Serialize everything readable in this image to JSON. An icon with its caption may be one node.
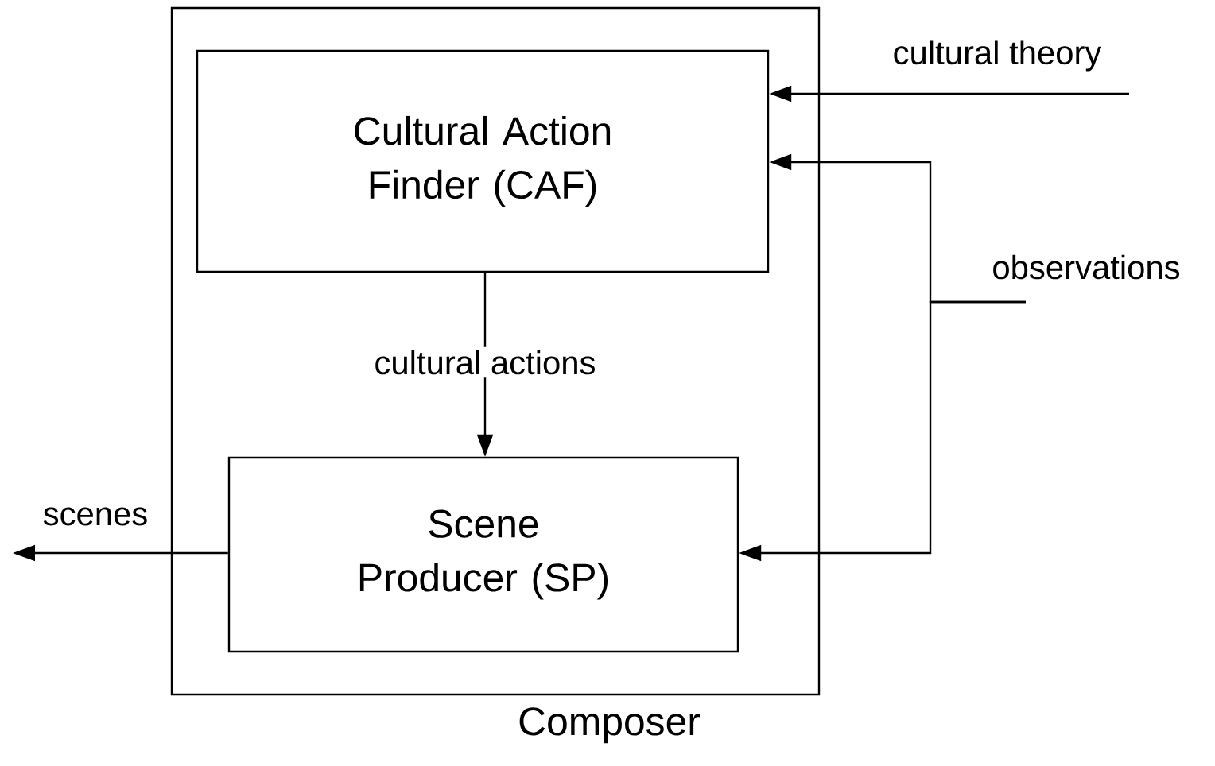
{
  "diagram": {
    "nodes": [
      {
        "text": [
          "Composer"
        ]
      },
      {
        "text": [
          "Cultural Action Finder (CAF)"
        ],
        "in": 0
      },
      {
        "text": [
          "Scene Producer (SP)"
        ],
        "in": 0
      }
    ],
    "edges": [
      {
        "from": 1,
        "to": 2,
        "arrow": "to",
        "label": "cultural actions"
      },
      {
        "from": null,
        "to": 1,
        "arrow": "to",
        "label": "cultural theory"
      },
      {
        "from": null,
        "to": 1,
        "arrow": "to",
        "label": "observations"
      },
      {
        "from": null,
        "to": 2,
        "arrow": "to"
      },
      {
        "from": 2,
        "to": null,
        "arrow": "to",
        "label": "scenes"
      }
    ]
  }
}
